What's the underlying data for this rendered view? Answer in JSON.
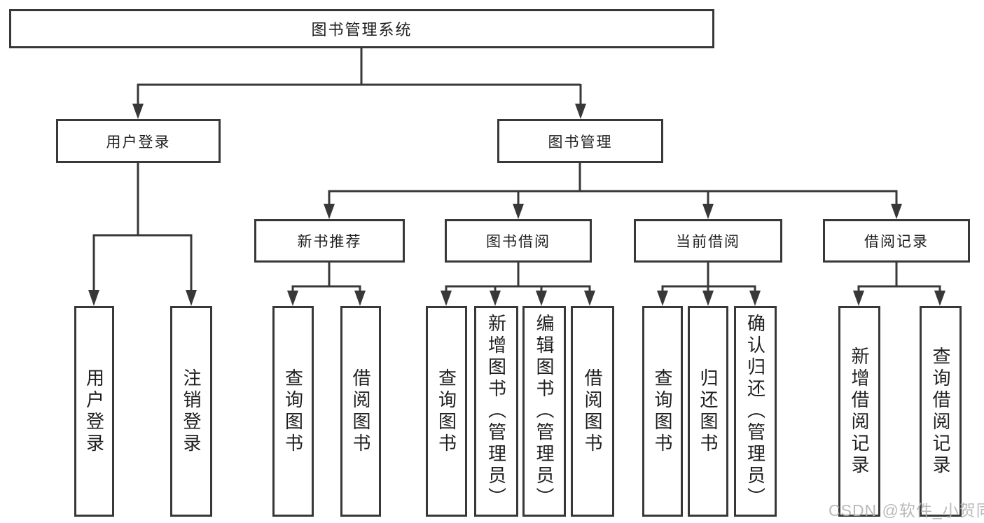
{
  "tree": {
    "label": "图书管理系统",
    "children": [
      {
        "label": "用户登录",
        "children": [
          {
            "label": "用户登录"
          },
          {
            "label": "注销登录"
          }
        ]
      },
      {
        "label": "图书管理",
        "children": [
          {
            "label": "新书推荐",
            "children": [
              {
                "label": "查询图书"
              },
              {
                "label": "借阅图书"
              }
            ]
          },
          {
            "label": "图书借阅",
            "children": [
              {
                "label": "查询图书"
              },
              {
                "label": "新增图书（管理员）"
              },
              {
                "label": "编辑图书（管理员）"
              },
              {
                "label": "借阅图书"
              }
            ]
          },
          {
            "label": "当前借阅",
            "children": [
              {
                "label": "查询图书"
              },
              {
                "label": "归还图书"
              },
              {
                "label": "确认归还（管理员）"
              }
            ]
          },
          {
            "label": "借阅记录",
            "children": [
              {
                "label": "新增借阅记录"
              },
              {
                "label": "查询借阅记录"
              }
            ]
          }
        ]
      }
    ]
  },
  "watermark": "CSDN @软件_小贺同学",
  "colors": {
    "line": "#383838",
    "text": "#1e1e1e",
    "watermark": "#b3b3b3",
    "background": "#ffffff"
  }
}
